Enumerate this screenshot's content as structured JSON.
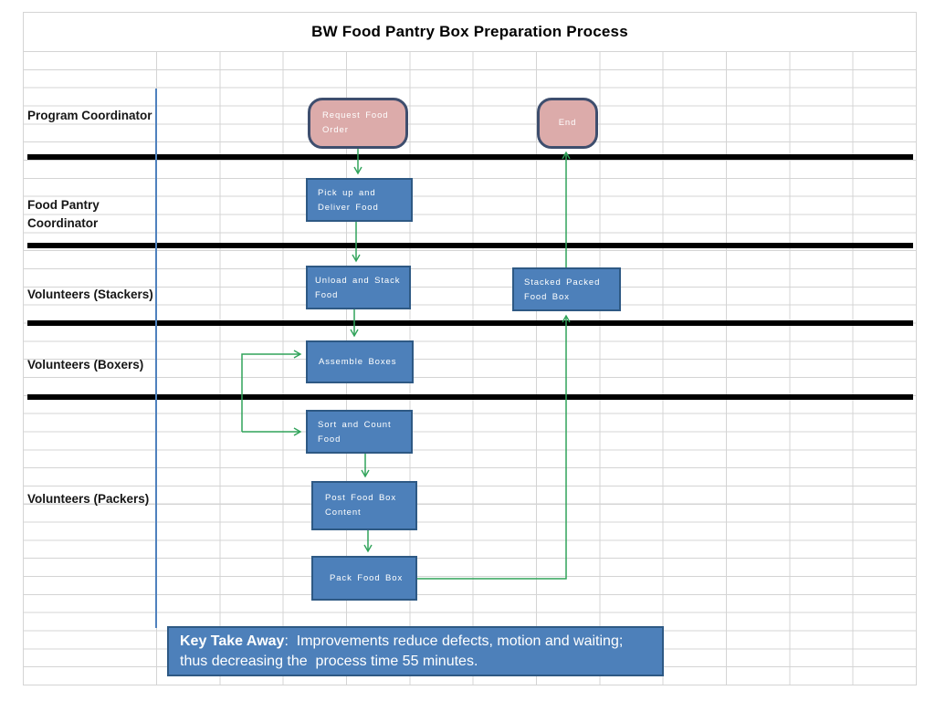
{
  "title": "BW Food Pantry Box Preparation Process",
  "lanes": [
    {
      "id": "program-coordinator",
      "label": "Program Coordinator"
    },
    {
      "id": "food-pantry-coordinator",
      "label": "Food Pantry\nCoordinator"
    },
    {
      "id": "volunteers-stackers",
      "label": "Volunteers (Stackers)"
    },
    {
      "id": "volunteers-boxers",
      "label": "Volunteers (Boxers)"
    },
    {
      "id": "volunteers-packers",
      "label": "Volunteers (Packers)"
    }
  ],
  "nodes": {
    "request_food_order": {
      "type": "terminator",
      "label": "Request Food\nOrder"
    },
    "end": {
      "type": "terminator",
      "label": "End"
    },
    "pickup_deliver": {
      "type": "process",
      "label": "Pick up and\nDeliver Food"
    },
    "unload_stack": {
      "type": "process",
      "label": "Unload and Stack\nFood"
    },
    "stacked_packed": {
      "type": "process",
      "label": "Stacked Packed\nFood Box"
    },
    "assemble_boxes": {
      "type": "process",
      "label": "Assemble Boxes"
    },
    "sort_count": {
      "type": "process",
      "label": "Sort and Count\nFood"
    },
    "post_content": {
      "type": "process",
      "label": "Post Food Box\nContent"
    },
    "pack_box": {
      "type": "process",
      "label": "Pack Food Box"
    }
  },
  "note": {
    "bold": "Key Take Away",
    "rest": ":  Improvements reduce defects, motion and waiting;  thus decreasing the  process time 55 minutes."
  },
  "colors": {
    "process_fill": "#4d80ba",
    "process_border": "#2e5984",
    "terminator_fill": "#dcabaa",
    "terminator_border": "#3e4e6e",
    "connector": "#30a35a",
    "lane_divider": "#000000",
    "grid": "#d4d4d4",
    "swimlane_rule": "#4f81bd"
  }
}
